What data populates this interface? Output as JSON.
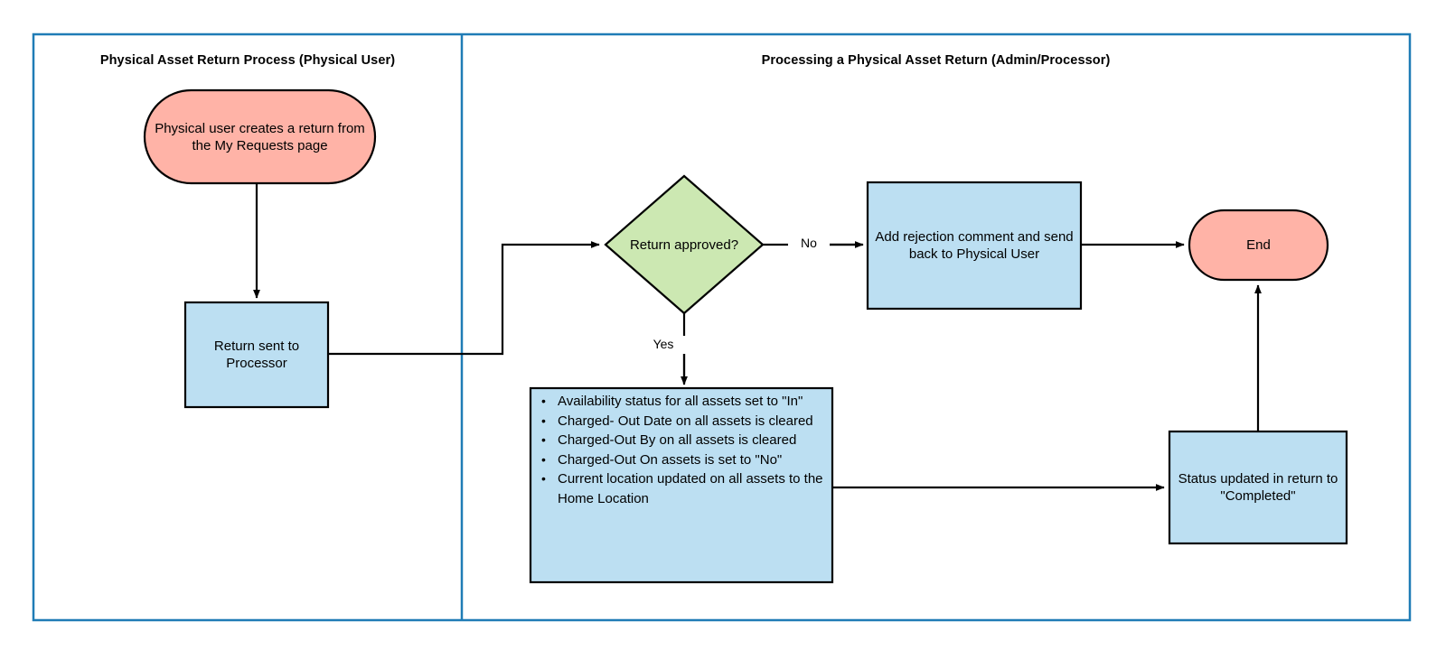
{
  "diagram": {
    "title_left": "Physical Asset Return Process (Physical User)",
    "title_right": "Processing a Physical Asset Return (Admin/Processor)",
    "colors": {
      "pool_border": "#1f7cb6",
      "terminator_fill": "#ffb3a7",
      "process_fill": "#bcdff2",
      "decision_fill": "#cce8b2",
      "shape_stroke": "#000000",
      "connector": "#000000",
      "text": "#000000"
    },
    "nodes": {
      "start": {
        "label": "Physical user creates a return from the My Requests page",
        "shape": "terminator"
      },
      "return_sent": {
        "label": "Return sent to Processor",
        "shape": "process"
      },
      "decision": {
        "label": "Return approved?",
        "shape": "decision"
      },
      "rejection": {
        "label": "Add rejection comment and send back to Physical User",
        "shape": "process"
      },
      "end": {
        "label": "End",
        "shape": "terminator"
      },
      "status_updated": {
        "label": "Status updated in return to \"Completed\"",
        "shape": "process"
      },
      "asset_updates": {
        "shape": "process",
        "bullets": [
          "Availability status for all assets set to \"In\"",
          "Charged- Out Date on all assets is cleared",
          "Charged-Out By on all assets is cleared",
          "Charged-Out On assets  is set to \"No\"",
          "Current location updated on all assets to the Home Location"
        ]
      }
    },
    "edge_labels": {
      "no": "No",
      "yes": "Yes"
    }
  }
}
